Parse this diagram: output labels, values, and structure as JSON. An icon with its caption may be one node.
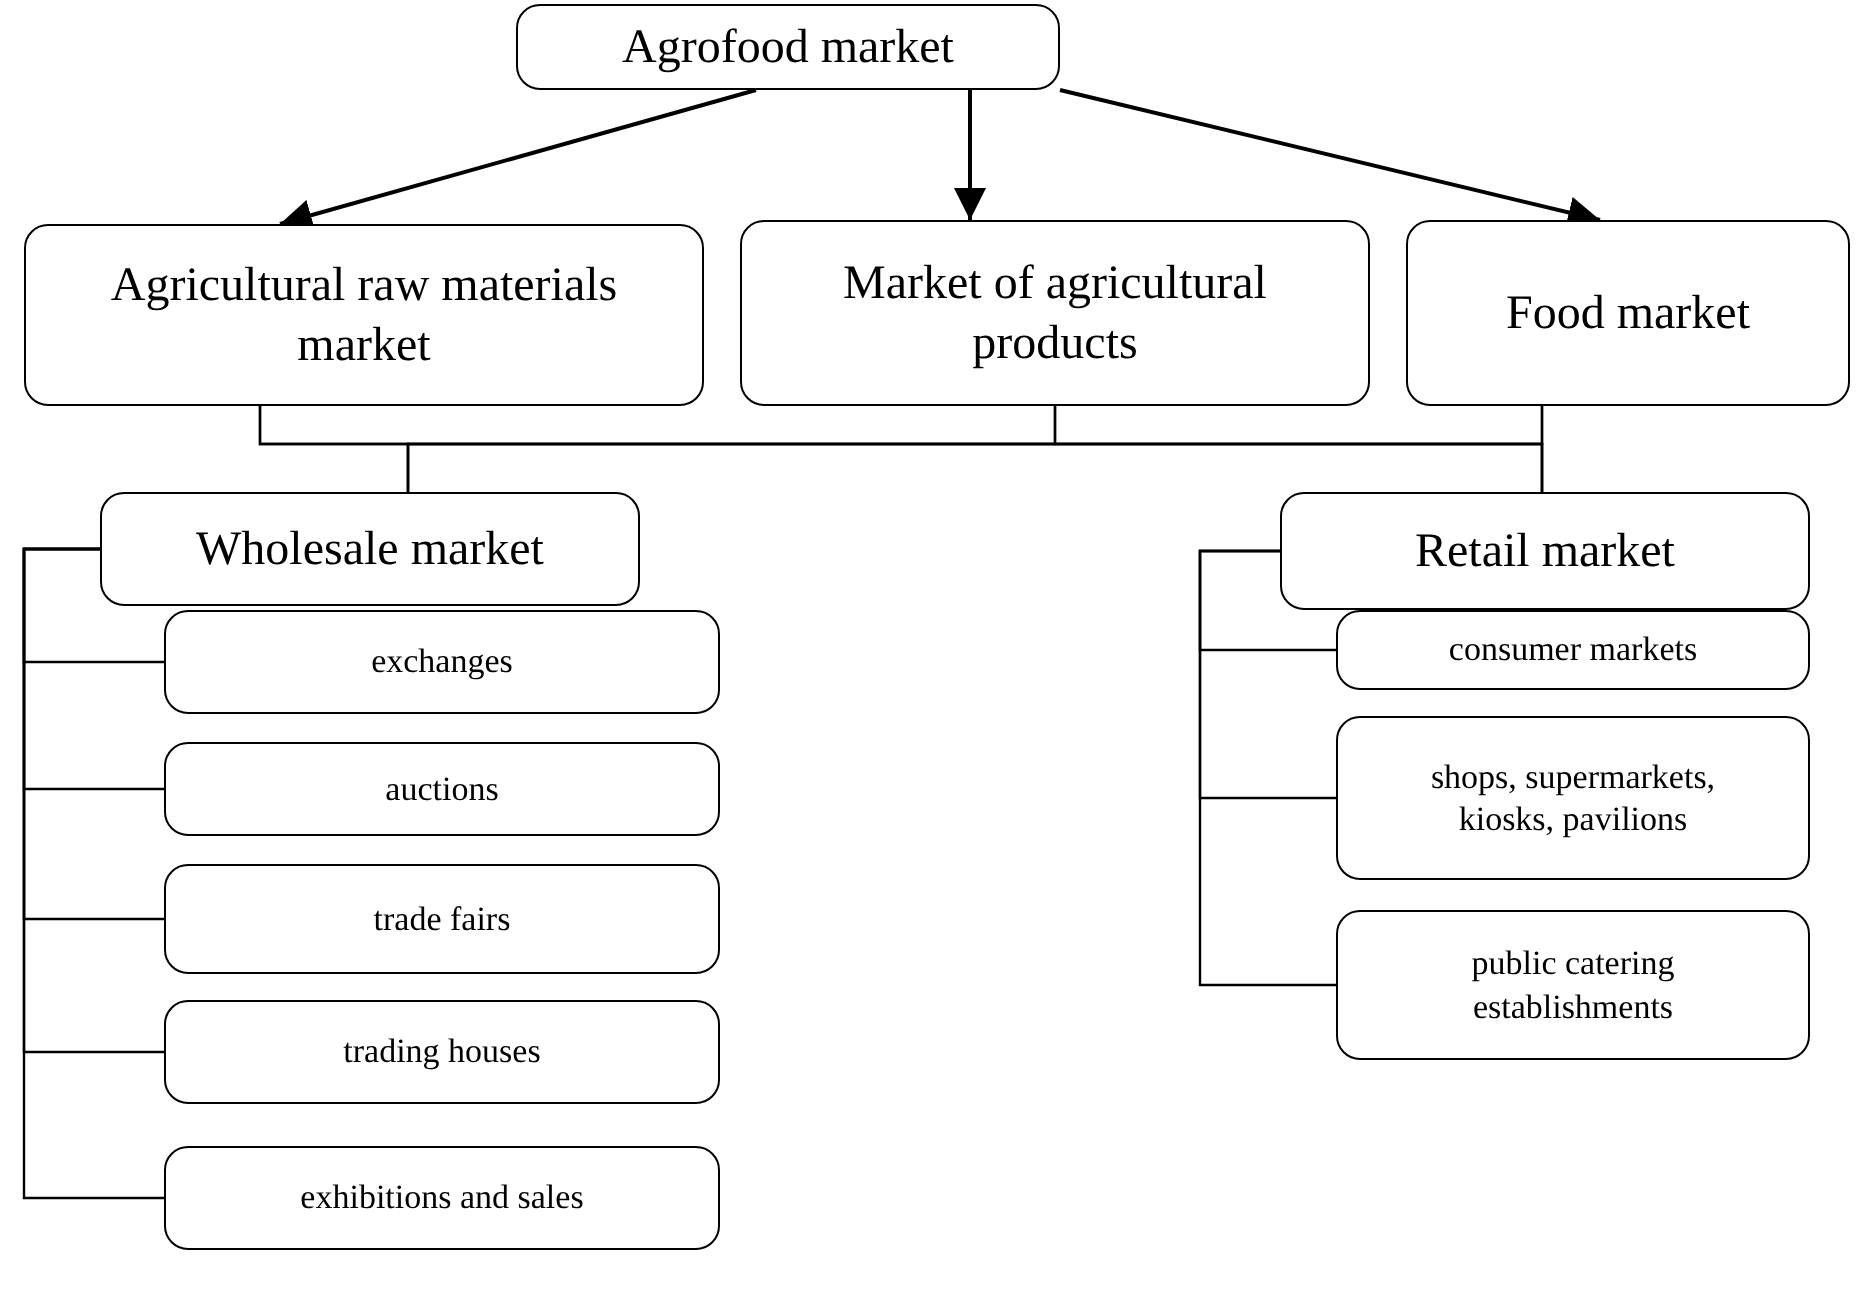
{
  "diagram": {
    "nodes": [
      {
        "text": [
          "Agrofood market"
        ]
      },
      {
        "text": [
          "Agricultural raw materials market"
        ]
      },
      {
        "text": [
          "Market of agricultural products"
        ]
      },
      {
        "text": [
          "Food market"
        ]
      },
      {
        "text": [
          "Wholesale market"
        ]
      },
      {
        "text": [
          "Retail market"
        ]
      },
      {
        "text": [
          "exchanges"
        ]
      },
      {
        "text": [
          "auctions"
        ]
      },
      {
        "text": [
          "trade fairs"
        ]
      },
      {
        "text": [
          "trading houses"
        ]
      },
      {
        "text": [
          "exhibitions and sales"
        ]
      },
      {
        "text": [
          "consumer markets"
        ]
      },
      {
        "text": [
          "shops, supermarkets, kiosks, pavilions"
        ]
      },
      {
        "text": [
          "public catering establishments"
        ]
      }
    ],
    "edges": [
      {
        "from": 0,
        "to": 1,
        "arrow": "to"
      },
      {
        "from": 0,
        "to": 2,
        "arrow": "to"
      },
      {
        "from": 0,
        "to": 3,
        "arrow": "to"
      },
      {
        "from": 1,
        "to": 4,
        "arrow": "none"
      },
      {
        "from": 2,
        "to": 4,
        "arrow": "none"
      },
      {
        "from": 3,
        "to": 4,
        "arrow": "none"
      },
      {
        "from": 1,
        "to": 5,
        "arrow": "none"
      },
      {
        "from": 2,
        "to": 5,
        "arrow": "none"
      },
      {
        "from": 3,
        "to": 5,
        "arrow": "none"
      },
      {
        "from": 4,
        "to": 6,
        "arrow": "none"
      },
      {
        "from": 4,
        "to": 7,
        "arrow": "none"
      },
      {
        "from": 4,
        "to": 8,
        "arrow": "none"
      },
      {
        "from": 4,
        "to": 9,
        "arrow": "none"
      },
      {
        "from": 4,
        "to": 10,
        "arrow": "none"
      },
      {
        "from": 5,
        "to": 11,
        "arrow": "none"
      },
      {
        "from": 5,
        "to": 12,
        "arrow": "none"
      },
      {
        "from": 5,
        "to": 13,
        "arrow": "none"
      }
    ]
  }
}
